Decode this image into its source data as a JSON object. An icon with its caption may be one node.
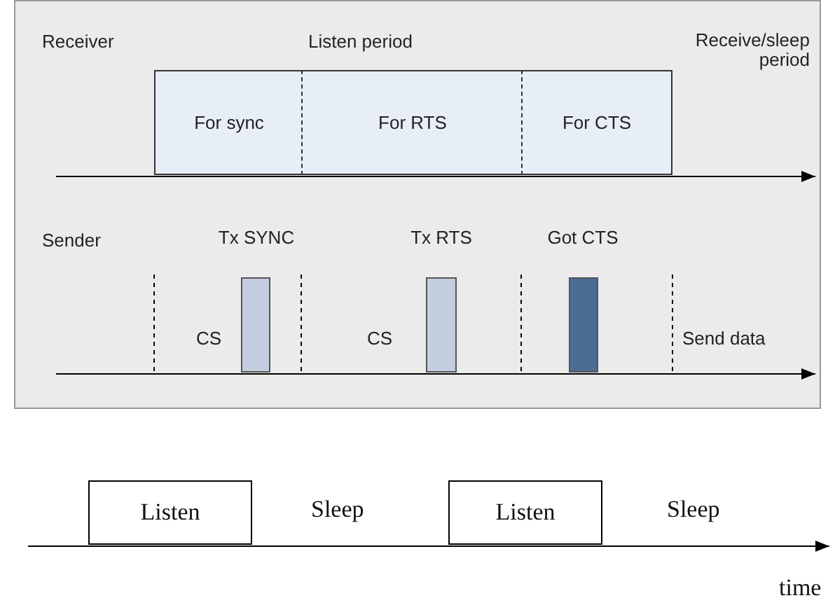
{
  "diagram": {
    "nodes": [
      {
        "text": [
          "For sync"
        ]
      },
      {
        "text": [
          "For RTS"
        ]
      },
      {
        "text": [
          "For CTS"
        ]
      },
      {
        "text": [
          "Tx SYNC"
        ]
      },
      {
        "text": [
          "Tx RTS"
        ]
      },
      {
        "text": [
          "Got CTS"
        ]
      },
      {
        "text": [
          "Listen"
        ]
      },
      {
        "text": [
          "Listen"
        ]
      }
    ],
    "edges": [],
    "labels": [
      "Receiver",
      "Listen period",
      "Receive/sleep period",
      "Sender",
      "CS",
      "CS",
      "Send data",
      "Sleep",
      "Sleep",
      "time"
    ]
  }
}
